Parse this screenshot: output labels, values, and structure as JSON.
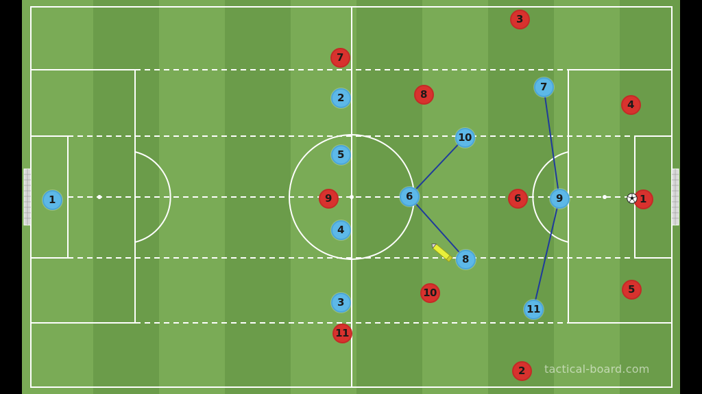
{
  "watermark": "tactical-board.com",
  "colors": {
    "grass_light": "#7aab56",
    "grass_dark": "#6b9c4a",
    "lines": "#ffffff",
    "blue_team": "#5db8e8",
    "red_team": "#d8322e",
    "pass_lines": "#1e3a9c",
    "marker": "#e8f03a"
  },
  "teams": {
    "blue": {
      "color": "#5db8e8",
      "players": [
        "1",
        "2",
        "5",
        "4",
        "3",
        "6",
        "10",
        "8",
        "7",
        "9",
        "11"
      ]
    },
    "red": {
      "color": "#d8322e",
      "players": [
        "3",
        "7",
        "8",
        "4",
        "9",
        "6",
        "1",
        "10",
        "5",
        "11",
        "2"
      ]
    }
  },
  "passing_links": [
    [
      "6",
      "10"
    ],
    [
      "6",
      "8"
    ],
    [
      "7",
      "9"
    ],
    [
      "9",
      "11"
    ]
  ],
  "icons": {
    "ball": "soccer-ball-icon",
    "tool": "marker-pen-icon"
  }
}
